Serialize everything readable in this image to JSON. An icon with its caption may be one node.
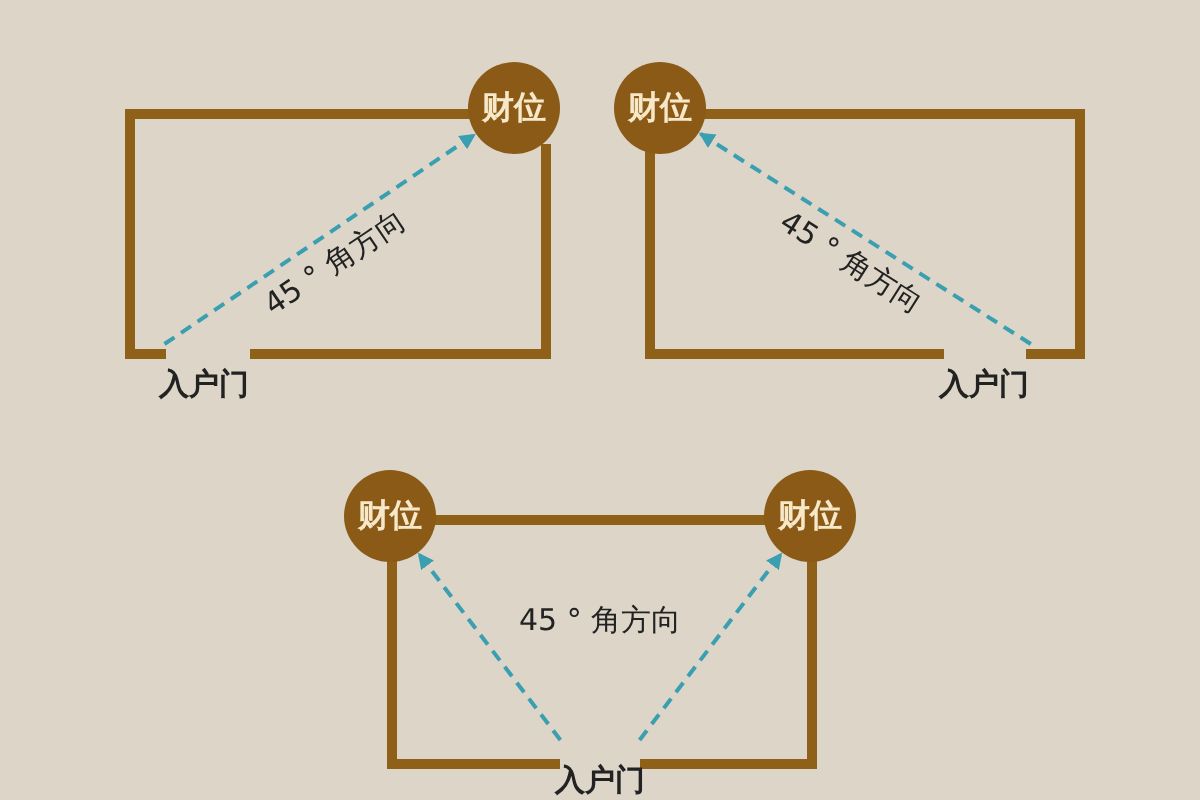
{
  "diagram": {
    "nodes": [
      {
        "text": [
          "财位"
        ]
      },
      {
        "text": [
          "入户门"
        ]
      },
      {
        "text": [
          "财位"
        ]
      },
      {
        "text": [
          "入户门"
        ]
      },
      {
        "text": [
          "财位"
        ]
      },
      {
        "text": [
          "财位"
        ]
      },
      {
        "text": [
          "入户门"
        ]
      }
    ],
    "edges": [
      {
        "from": 1,
        "to": 0,
        "arrow": "to",
        "style": "dashed",
        "label": "45 ° 角方向"
      },
      {
        "from": 3,
        "to": 2,
        "arrow": "to",
        "style": "dashed",
        "label": "45 ° 角方向"
      },
      {
        "from": 6,
        "to": 4,
        "arrow": "to",
        "style": "dashed"
      },
      {
        "from": 6,
        "to": 5,
        "arrow": "to",
        "style": "dashed"
      }
    ],
    "labels": [
      "45 ° 角方向"
    ]
  }
}
